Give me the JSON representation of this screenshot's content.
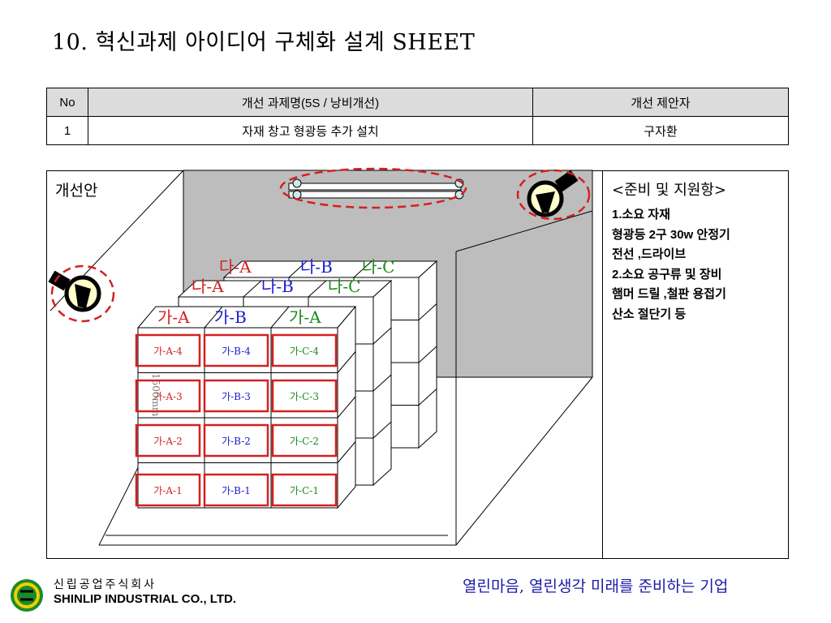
{
  "title": "10. 혁신과제  아이디어 구체화 설계 SHEET",
  "table": {
    "headers": [
      "No",
      "개선 과제명(5S / 낭비개선)",
      "개선 제안자"
    ],
    "rows": [
      [
        "1",
        "자재 창고 형광등 추가 설치",
        "구자환"
      ]
    ]
  },
  "plan_label": "개선안",
  "side": {
    "heading": "<준비 및 지원항>",
    "lines": [
      "1.소요 자재",
      "형광등 2구 30w 안정기",
      "전선 ,드라이브",
      "2.소요 공구류 및 장비",
      "햄머 드릴 ,철판 용접기",
      "산소 절단기 등"
    ]
  },
  "rack": {
    "back_labels": [
      "다-A",
      "다-B",
      "다-C"
    ],
    "mid_labels": [
      "나-A",
      "나-B",
      "나-C"
    ],
    "front_labels": [
      "가-A",
      "가-B",
      "가-A"
    ],
    "cells": [
      [
        "가-A-4",
        "가-B-4",
        "가-C-4"
      ],
      [
        "가-A-3",
        "가-B-3",
        "가-C-3"
      ],
      [
        "가-A-2",
        "가-B-2",
        "가-C-2"
      ],
      [
        "가-A-1",
        "가-B-1",
        "가-C-1"
      ]
    ],
    "dimension": "1500mm"
  },
  "colors": {
    "red": "#d42020",
    "blue": "#1a1acc",
    "green": "#1a8a1a",
    "wall": "#bdbdbd",
    "bulb": "#ffffcc"
  },
  "footer": {
    "company_kr": "신립공업주식회사",
    "company_en": "SHINLIP INDUSTRIAL CO., LTD.",
    "slogan": "열린마음, 열린생각 미래를 준비하는 기업"
  }
}
